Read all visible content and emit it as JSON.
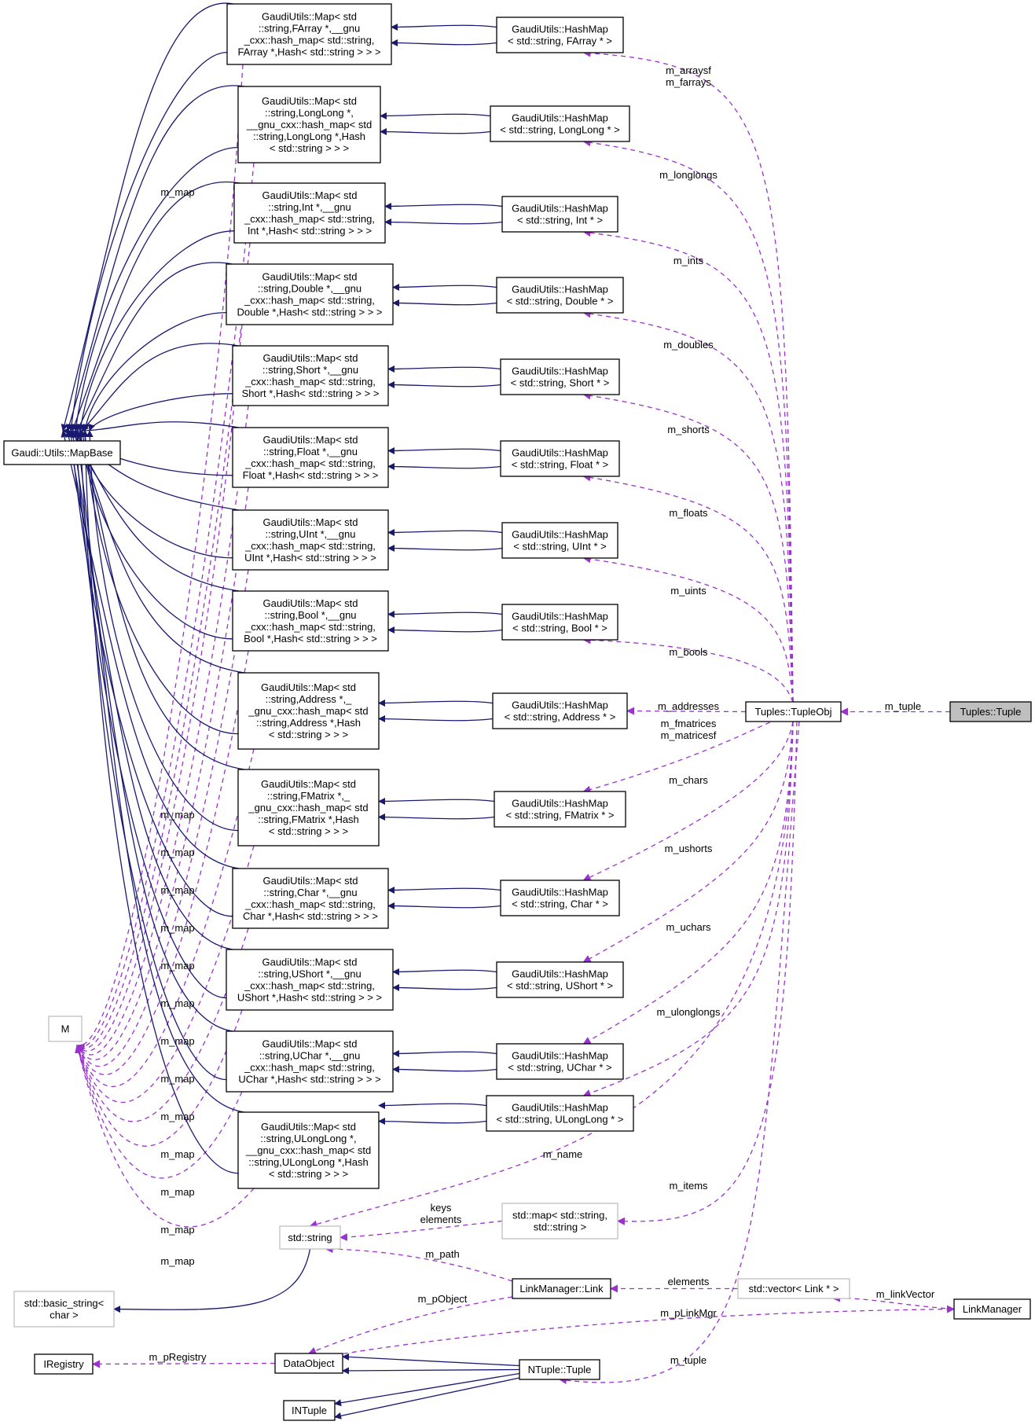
{
  "colors": {
    "inheritance": "#191970",
    "usage": "#9a32cd",
    "node_border": "#000000",
    "node_border_external": "#bfbfbf",
    "selected_fill": "#bfbfbf"
  },
  "nodes": [
    {
      "id": "mapbase",
      "lines": [
        "Gaudi::Utils::MapBase"
      ]
    },
    {
      "id": "M",
      "lines": [
        "M"
      ]
    },
    {
      "id": "m_farray",
      "lines": [
        "GaudiUtils::Map< std",
        "::string,FArray *,__gnu",
        "_cxx::hash_map< std::string,",
        "FArray *,Hash< std::string > > >"
      ]
    },
    {
      "id": "m_longlong",
      "lines": [
        "GaudiUtils::Map< std",
        "::string,LongLong *,",
        "__gnu_cxx::hash_map< std",
        "::string,LongLong *,Hash",
        "< std::string > > >"
      ]
    },
    {
      "id": "m_int",
      "lines": [
        "GaudiUtils::Map< std",
        "::string,Int *,__gnu",
        "_cxx::hash_map< std::string,",
        "Int *,Hash< std::string > > >"
      ]
    },
    {
      "id": "m_double",
      "lines": [
        "GaudiUtils::Map< std",
        "::string,Double *,__gnu",
        "_cxx::hash_map< std::string,",
        "Double *,Hash< std::string > > >"
      ]
    },
    {
      "id": "m_short",
      "lines": [
        "GaudiUtils::Map< std",
        "::string,Short *,__gnu",
        "_cxx::hash_map< std::string,",
        "Short *,Hash< std::string > > >"
      ]
    },
    {
      "id": "m_float",
      "lines": [
        "GaudiUtils::Map< std",
        "::string,Float *,__gnu",
        "_cxx::hash_map< std::string,",
        "Float *,Hash< std::string > > >"
      ]
    },
    {
      "id": "m_uint",
      "lines": [
        "GaudiUtils::Map< std",
        "::string,UInt *,__gnu",
        "_cxx::hash_map< std::string,",
        "UInt *,Hash< std::string > > >"
      ]
    },
    {
      "id": "m_bool",
      "lines": [
        "GaudiUtils::Map< std",
        "::string,Bool *,__gnu",
        "_cxx::hash_map< std::string,",
        "Bool *,Hash< std::string > > >"
      ]
    },
    {
      "id": "m_address",
      "lines": [
        "GaudiUtils::Map< std",
        "::string,Address *,_",
        "_gnu_cxx::hash_map< std",
        "::string,Address *,Hash",
        "< std::string > > >"
      ]
    },
    {
      "id": "m_fmatrix",
      "lines": [
        "GaudiUtils::Map< std",
        "::string,FMatrix *,_",
        "_gnu_cxx::hash_map< std",
        "::string,FMatrix *,Hash",
        "< std::string > > >"
      ]
    },
    {
      "id": "m_char",
      "lines": [
        "GaudiUtils::Map< std",
        "::string,Char *,__gnu",
        "_cxx::hash_map< std::string,",
        "Char *,Hash< std::string > > >"
      ]
    },
    {
      "id": "m_ushort",
      "lines": [
        "GaudiUtils::Map< std",
        "::string,UShort *,__gnu",
        "_cxx::hash_map< std::string,",
        "UShort *,Hash< std::string > > >"
      ]
    },
    {
      "id": "m_uchar",
      "lines": [
        "GaudiUtils::Map< std",
        "::string,UChar *,__gnu",
        "_cxx::hash_map< std::string,",
        "UChar *,Hash< std::string > > >"
      ]
    },
    {
      "id": "m_ulonglong",
      "lines": [
        "GaudiUtils::Map< std",
        "::string,ULongLong *,",
        "__gnu_cxx::hash_map< std",
        "::string,ULongLong *,Hash",
        "< std::string > > >"
      ]
    },
    {
      "id": "h_farray",
      "lines": [
        "GaudiUtils::HashMap",
        "< std::string, FArray * >"
      ]
    },
    {
      "id": "h_longlong",
      "lines": [
        "GaudiUtils::HashMap",
        "< std::string, LongLong * >"
      ]
    },
    {
      "id": "h_int",
      "lines": [
        "GaudiUtils::HashMap",
        "< std::string, Int * >"
      ]
    },
    {
      "id": "h_double",
      "lines": [
        "GaudiUtils::HashMap",
        "< std::string, Double * >"
      ]
    },
    {
      "id": "h_short",
      "lines": [
        "GaudiUtils::HashMap",
        "< std::string, Short * >"
      ]
    },
    {
      "id": "h_float",
      "lines": [
        "GaudiUtils::HashMap",
        "< std::string, Float * >"
      ]
    },
    {
      "id": "h_uint",
      "lines": [
        "GaudiUtils::HashMap",
        "< std::string, UInt * >"
      ]
    },
    {
      "id": "h_bool",
      "lines": [
        "GaudiUtils::HashMap",
        "< std::string, Bool * >"
      ]
    },
    {
      "id": "h_address",
      "lines": [
        "GaudiUtils::HashMap",
        "< std::string, Address * >"
      ]
    },
    {
      "id": "h_fmatrix",
      "lines": [
        "GaudiUtils::HashMap",
        "< std::string, FMatrix * >"
      ]
    },
    {
      "id": "h_char",
      "lines": [
        "GaudiUtils::HashMap",
        "< std::string, Char * >"
      ]
    },
    {
      "id": "h_ushort",
      "lines": [
        "GaudiUtils::HashMap",
        "< std::string, UShort * >"
      ]
    },
    {
      "id": "h_uchar",
      "lines": [
        "GaudiUtils::HashMap",
        "< std::string, UChar * >"
      ]
    },
    {
      "id": "h_ulonglong",
      "lines": [
        "GaudiUtils::HashMap",
        "< std::string, ULongLong * >"
      ]
    },
    {
      "id": "tupleobj",
      "lines": [
        "Tuples::TupleObj"
      ]
    },
    {
      "id": "tuple",
      "lines": [
        "Tuples::Tuple"
      ]
    },
    {
      "id": "stdstring",
      "lines": [
        "std::string"
      ]
    },
    {
      "id": "basicstring",
      "lines": [
        "std::basic_string<",
        "char >"
      ]
    },
    {
      "id": "stdmap",
      "lines": [
        "std::map< std::string,",
        "std::string >"
      ]
    },
    {
      "id": "link",
      "lines": [
        "LinkManager::Link"
      ]
    },
    {
      "id": "stdvector",
      "lines": [
        "std::vector< Link * >"
      ]
    },
    {
      "id": "linkmanager",
      "lines": [
        "LinkManager"
      ]
    },
    {
      "id": "iregistry",
      "lines": [
        "IRegistry"
      ]
    },
    {
      "id": "dataobject",
      "lines": [
        "DataObject"
      ]
    },
    {
      "id": "ntuple",
      "lines": [
        "NTuple::Tuple"
      ]
    },
    {
      "id": "intuple",
      "lines": [
        "INTuple"
      ]
    }
  ],
  "edge_labels": [
    {
      "id": "lbl_arrays",
      "lines": [
        "m_arraysf",
        "m_farrays"
      ]
    },
    {
      "id": "lbl_longlongs",
      "lines": [
        "m_longlongs"
      ]
    },
    {
      "id": "lbl_ints",
      "lines": [
        "m_ints"
      ]
    },
    {
      "id": "lbl_doubles",
      "lines": [
        "m_doubles"
      ]
    },
    {
      "id": "lbl_shorts",
      "lines": [
        "m_shorts"
      ]
    },
    {
      "id": "lbl_floats",
      "lines": [
        "m_floats"
      ]
    },
    {
      "id": "lbl_uints",
      "lines": [
        "m_uints"
      ]
    },
    {
      "id": "lbl_bools",
      "lines": [
        "m_bools"
      ]
    },
    {
      "id": "lbl_addresses",
      "lines": [
        "m_addresses"
      ]
    },
    {
      "id": "lbl_fmatrices",
      "lines": [
        "m_fmatrices",
        "m_matricesf"
      ]
    },
    {
      "id": "lbl_chars",
      "lines": [
        "m_chars"
      ]
    },
    {
      "id": "lbl_ushorts",
      "lines": [
        "m_ushorts"
      ]
    },
    {
      "id": "lbl_uchars",
      "lines": [
        "m_uchars"
      ]
    },
    {
      "id": "lbl_ulonglongs",
      "lines": [
        "m_ulonglongs"
      ]
    },
    {
      "id": "lbl_name",
      "lines": [
        "m_name"
      ]
    },
    {
      "id": "lbl_items",
      "lines": [
        "m_items"
      ]
    },
    {
      "id": "lbl_tuple_top",
      "lines": [
        "m_tuple"
      ]
    },
    {
      "id": "lbl_keys",
      "lines": [
        "keys",
        "elements"
      ]
    },
    {
      "id": "lbl_path",
      "lines": [
        "m_path"
      ]
    },
    {
      "id": "lbl_elements",
      "lines": [
        "elements"
      ]
    },
    {
      "id": "lbl_linkvector",
      "lines": [
        "m_linkVector"
      ]
    },
    {
      "id": "lbl_pobject",
      "lines": [
        "m_pObject"
      ]
    },
    {
      "id": "lbl_plinkmgr",
      "lines": [
        "m_pLinkMgr"
      ]
    },
    {
      "id": "lbl_pregistry",
      "lines": [
        "m_pRegistry"
      ]
    },
    {
      "id": "lbl_tuple_bottom",
      "lines": [
        "m_tuple"
      ]
    },
    {
      "id": "lbl_map_upper",
      "lines": [
        "m_map"
      ]
    },
    {
      "id": "lbl_map_1",
      "lines": [
        "m_map"
      ]
    },
    {
      "id": "lbl_map_2",
      "lines": [
        "m_map"
      ]
    },
    {
      "id": "lbl_map_3",
      "lines": [
        "m_map"
      ]
    },
    {
      "id": "lbl_map_4",
      "lines": [
        "m_map"
      ]
    },
    {
      "id": "lbl_map_5",
      "lines": [
        "m_map"
      ]
    },
    {
      "id": "lbl_map_6",
      "lines": [
        "m_map"
      ]
    },
    {
      "id": "lbl_map_7",
      "lines": [
        "m_map"
      ]
    },
    {
      "id": "lbl_map_8",
      "lines": [
        "m_map"
      ]
    },
    {
      "id": "lbl_map_9",
      "lines": [
        "m_map"
      ]
    },
    {
      "id": "lbl_map_10",
      "lines": [
        "m_map"
      ]
    },
    {
      "id": "lbl_map_11",
      "lines": [
        "m_map"
      ]
    },
    {
      "id": "lbl_map_12",
      "lines": [
        "m_map"
      ]
    },
    {
      "id": "lbl_map_13",
      "lines": [
        "m_map"
      ]
    }
  ]
}
